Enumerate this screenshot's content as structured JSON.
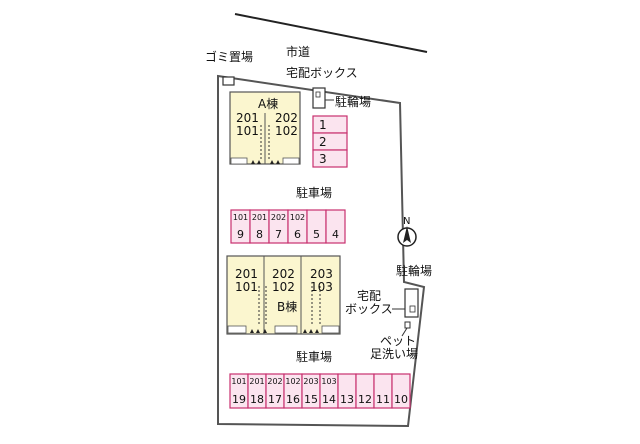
{
  "labels": {
    "city_road": "市道",
    "garbage": "ゴミ置場",
    "delivery_box_top": "宅配ボックス",
    "bicycle_parking_top": "駐輪場",
    "parking_top": "駐車場",
    "parking_bottom": "駐車場",
    "bicycle_parking_right": "駐輪場",
    "delivery_box_right_1": "宅配",
    "delivery_box_right_2": "ボックス",
    "pet_1": "ペット",
    "pet_2": "足洗い場",
    "north": "N"
  },
  "building_a": {
    "name": "A棟",
    "units": [
      {
        "upper": "201",
        "lower": "101"
      },
      {
        "upper": "202",
        "lower": "102"
      }
    ]
  },
  "building_b": {
    "name": "B棟",
    "units": [
      {
        "upper": "201",
        "lower": "101"
      },
      {
        "upper": "202",
        "lower": "102"
      },
      {
        "upper": "203",
        "lower": "103"
      }
    ]
  },
  "small_parking": [
    "1",
    "2",
    "3"
  ],
  "parking_row_1": [
    {
      "number": "9",
      "unit": "101"
    },
    {
      "number": "8",
      "unit": "201"
    },
    {
      "number": "7",
      "unit": "202"
    },
    {
      "number": "6",
      "unit": "102"
    },
    {
      "number": "5",
      "unit": ""
    },
    {
      "number": "4",
      "unit": ""
    }
  ],
  "parking_row_2": [
    {
      "number": "19",
      "unit": "101"
    },
    {
      "number": "18",
      "unit": "201"
    },
    {
      "number": "17",
      "unit": "202"
    },
    {
      "number": "16",
      "unit": "102"
    },
    {
      "number": "15",
      "unit": "203"
    },
    {
      "number": "14",
      "unit": "103"
    },
    {
      "number": "13",
      "unit": ""
    },
    {
      "number": "12",
      "unit": ""
    },
    {
      "number": "11",
      "unit": ""
    },
    {
      "number": "10",
      "unit": ""
    }
  ],
  "colors": {
    "building_fill": "#fbf6cf",
    "parking_fill": "#fbe4ef",
    "parking_border": "#c8306e",
    "line": "#555555"
  }
}
